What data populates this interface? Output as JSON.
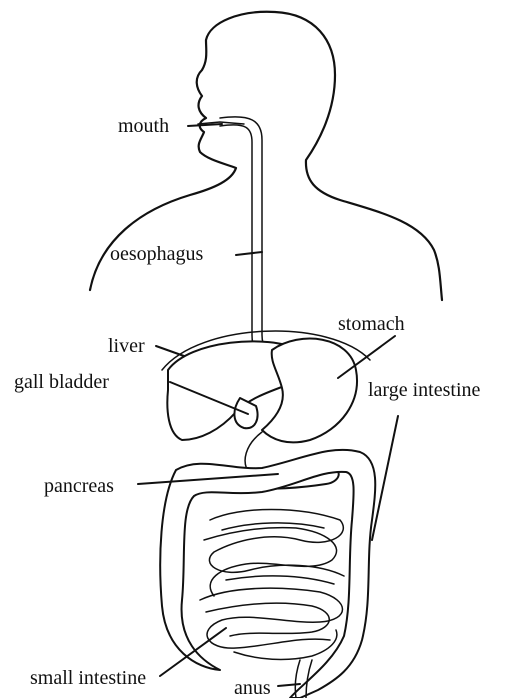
{
  "labels": {
    "mouth": "mouth",
    "oesophagus": "oesophagus",
    "liver": "liver",
    "gall_bladder": "gall bladder",
    "stomach": "stomach",
    "large_intestine": "large intestine",
    "pancreas": "pancreas",
    "small_intestine": "small intestine",
    "anus": "anus"
  },
  "colors": {
    "ink": "#111111",
    "background": "#ffffff"
  }
}
